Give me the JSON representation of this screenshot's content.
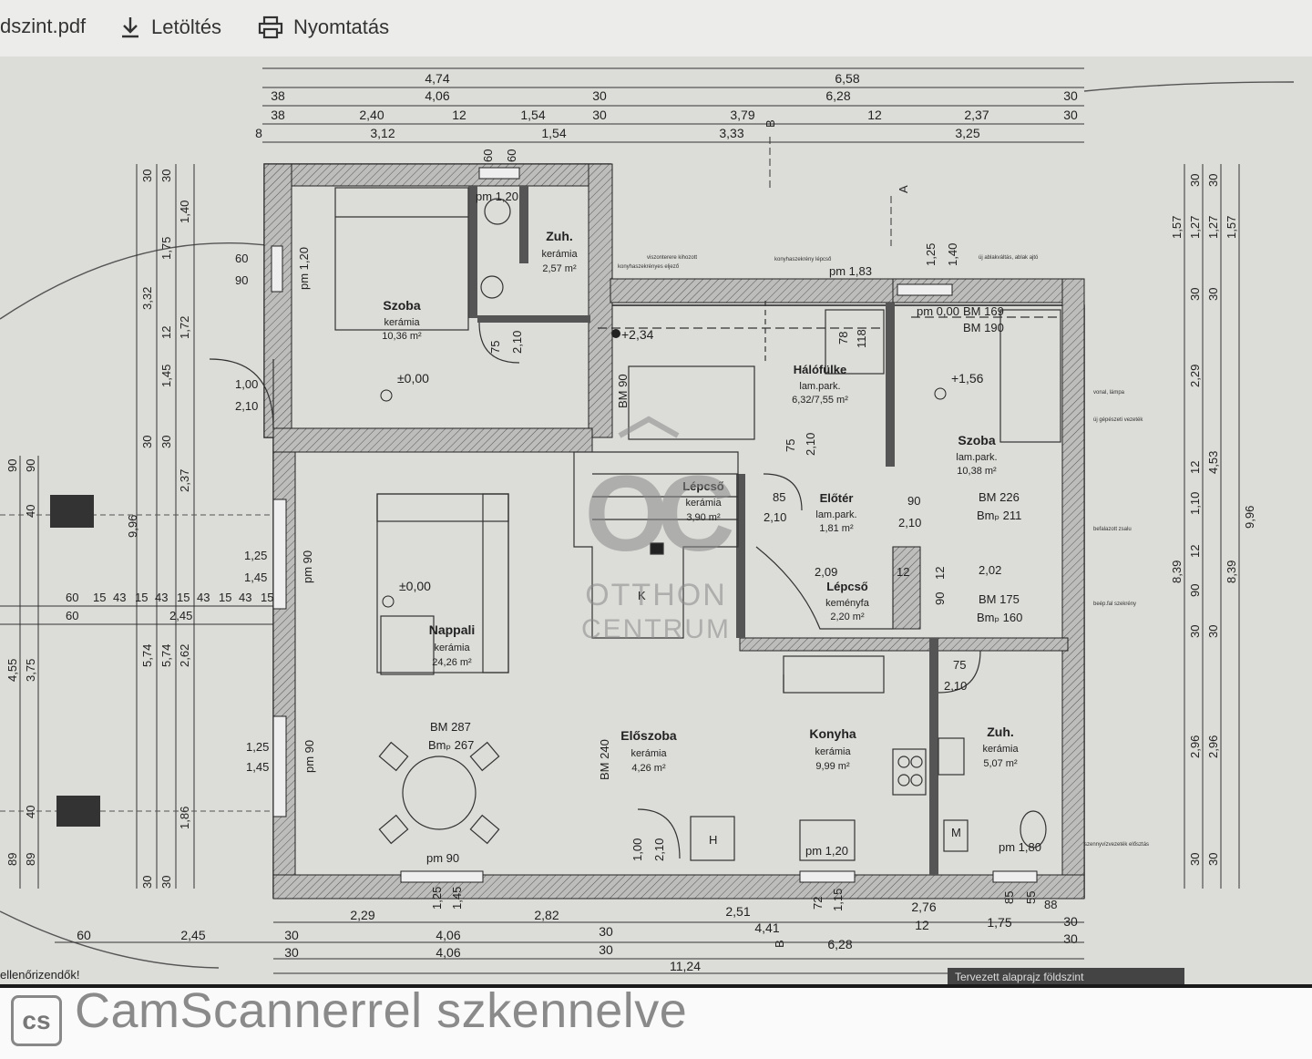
{
  "toolbar": {
    "file_name": "dszint.pdf",
    "download_label": "Letöltés",
    "print_label": "Nyomtatás"
  },
  "plan": {
    "rooms": [
      {
        "name": "Szoba",
        "floor": "kerámia",
        "area": "10,36 m²"
      },
      {
        "name": "Zuh.",
        "floor": "kerámia",
        "area": "2,57 m²"
      },
      {
        "name": "Hálófülke",
        "floor": "lam.park.",
        "area": "6,32/7,55 m²"
      },
      {
        "name": "Szoba",
        "floor": "lam.park.",
        "area": "10,38 m²"
      },
      {
        "name": "Lépcső",
        "floor": "kerámia",
        "area": "3,90 m²"
      },
      {
        "name": "Előtér",
        "floor": "lam.park.",
        "area": "1,81 m²"
      },
      {
        "name": "Lépcső",
        "floor": "keményfa",
        "area": "2,20 m²"
      },
      {
        "name": "Nappali",
        "floor": "kerámia",
        "area": "24,26 m²"
      },
      {
        "name": "Előszoba",
        "floor": "kerámia",
        "area": "4,26 m²"
      },
      {
        "name": "Konyha",
        "floor": "kerámia",
        "area": "9,99 m²"
      },
      {
        "name": "Zuh.",
        "floor": "kerámia",
        "area": "5,07 m²"
      }
    ],
    "top_dims": {
      "row1": [
        "4,74",
        "6,58"
      ],
      "row2": [
        "38",
        "4,06",
        "30",
        "6,28",
        "30"
      ],
      "row3": [
        "38",
        "2,40",
        "12",
        "1,54",
        "30",
        "3,79",
        "12",
        "2,37",
        "30"
      ],
      "row4": [
        "8",
        "3,12",
        "1,54",
        "3,33",
        "3,25"
      ]
    },
    "bottom_dims": {
      "row1": [
        "2,29",
        "2,82",
        "2,51",
        "2,76"
      ],
      "row2": [
        "60",
        "2,45",
        "30",
        "4,06",
        "30",
        "4,41",
        "12",
        "1,75",
        "30"
      ],
      "row3": [
        "30",
        "4,06",
        "30",
        "6,28",
        "30"
      ],
      "row4": [
        "11,24"
      ]
    },
    "left_dims": [
      "30",
      "30",
      "1,40",
      "1,75",
      "3,32",
      "12",
      "1,72",
      "1,45",
      "30",
      "30",
      "2,37",
      "9,96",
      "5,74",
      "5,74",
      "2,62",
      "4,55",
      "3,75",
      "1,86",
      "30",
      "30"
    ],
    "right_dims": [
      "30",
      "30",
      "1,57",
      "1,27",
      "1,27",
      "1,57",
      "30",
      "30",
      "2,29",
      "4,53",
      "12",
      "1,10",
      "8,39",
      "8,39",
      "9,96",
      "90",
      "12",
      "30",
      "30",
      "2,96",
      "2,96",
      "30",
      "30"
    ],
    "levels": [
      "±0,00",
      "±0,00",
      "+2,34",
      "+1,56"
    ],
    "openings": [
      "pm 1,20",
      "pm 1,20",
      "pm 1,83",
      "pm 0,00",
      "BM 169",
      "BM 190",
      "60",
      "90",
      "60",
      "60",
      "1,00",
      "2,10",
      "75",
      "2,10",
      "BM 90",
      "78",
      "118",
      "75",
      "2,10",
      "85",
      "2,10",
      "90",
      "2,10",
      "2,09",
      "12",
      "12",
      "2,02",
      "90",
      "BM 226",
      "Bmₚ 211",
      "BM 175",
      "Bmₚ 160",
      "1,25",
      "1,45",
      "pm 90",
      "1,25",
      "1,45",
      "pm 90",
      "BM 287",
      "Bmₚ 267",
      "BM 240",
      "1,00",
      "2,10",
      "75",
      "2,10",
      "pm 90",
      "pm 1,20",
      "pm 1,80",
      "1,25",
      "1,45",
      "72",
      "1,15",
      "85",
      "55",
      "88",
      "1,25",
      "1,40",
      "K",
      "H",
      "M"
    ],
    "small_notes": [
      "viszonterere kihozott",
      "konyhaszekrényes eljező",
      "konyhaszekrény lépcső",
      "új ablakváltás, ablak ajtó",
      "vonal, lámpa",
      "új gépészeti vezeték",
      "befalazott zsalu",
      "beép.fal szekrény",
      "szennyvízvezeték elősztás"
    ],
    "left_side_dims": [
      "90",
      "90",
      "40",
      "60",
      "15",
      "43",
      "15",
      "43",
      "15",
      "43",
      "15",
      "43",
      "15",
      "60",
      "2,45",
      "89",
      "89",
      "40"
    ],
    "section_marks": [
      "B",
      "A",
      "B"
    ],
    "footer_left_note": "ellenőrizendők!",
    "footer_right_note": "Tervezett alaprajz földszint"
  },
  "watermark": {
    "monogram": "OC",
    "line1": "OTTHON",
    "line2": "CENTRUM"
  },
  "scanner": {
    "logo": "cs",
    "text": "CamScannerrel szkennelve"
  }
}
